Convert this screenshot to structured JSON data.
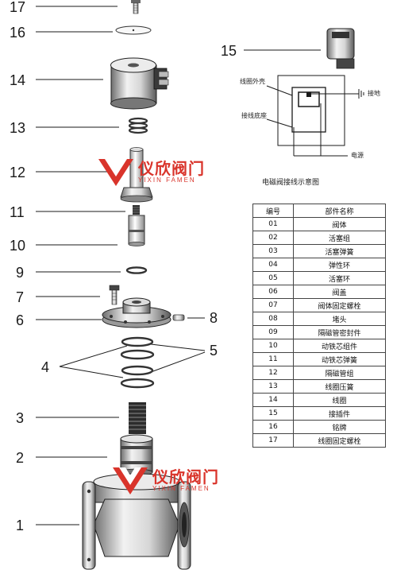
{
  "callouts": {
    "c17": "17",
    "c16": "16",
    "c15": "15",
    "c14": "14",
    "c13": "13",
    "c12": "12",
    "c11": "11",
    "c10": "10",
    "c9": "9",
    "c8": "8",
    "c7": "7",
    "c6": "6",
    "c5": "5",
    "c4": "4",
    "c3": "3",
    "c2": "2",
    "c1": "1"
  },
  "wiring": {
    "coil_housing": "线圈外壳",
    "ground": "接地",
    "terminal_base": "接线底座",
    "power": "电源",
    "caption": "电磁阀接线示意图"
  },
  "watermark": {
    "cn": "仪欣阀门",
    "en": "YIXIN FAMEN"
  },
  "parts_table": {
    "headers": [
      "编号",
      "部件名称"
    ],
    "rows": [
      [
        "01",
        "阀体"
      ],
      [
        "02",
        "活塞组"
      ],
      [
        "03",
        "活塞弹簧"
      ],
      [
        "04",
        "弹性环"
      ],
      [
        "05",
        "活塞环"
      ],
      [
        "06",
        "阀盖"
      ],
      [
        "07",
        "阀体固定螺栓"
      ],
      [
        "08",
        "堵头"
      ],
      [
        "09",
        "隔磁管密封件"
      ],
      [
        "10",
        "动铁芯组件"
      ],
      [
        "11",
        "动铁芯弹簧"
      ],
      [
        "12",
        "隔磁管组"
      ],
      [
        "13",
        "线圈压簧"
      ],
      [
        "14",
        "线圈"
      ],
      [
        "15",
        "接插件"
      ],
      [
        "16",
        "铭牌"
      ],
      [
        "17",
        "线圈固定螺栓"
      ]
    ]
  },
  "colors": {
    "brand": "#d9342b",
    "line": "#1a1a1a"
  }
}
